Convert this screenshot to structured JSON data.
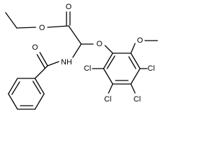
{
  "diagram": {
    "type": "chemical-structure",
    "atom_labels": {
      "ester_carbonyl_O": "O",
      "ester_O": "O",
      "ether_O": "O",
      "methoxy_O": "O",
      "amide_NH": "NH",
      "amide_O": "O",
      "Cl_ortho": "Cl",
      "Cl_meta_bottom": "Cl",
      "Cl_para_bottom": "Cl",
      "Cl_right": "Cl"
    }
  }
}
